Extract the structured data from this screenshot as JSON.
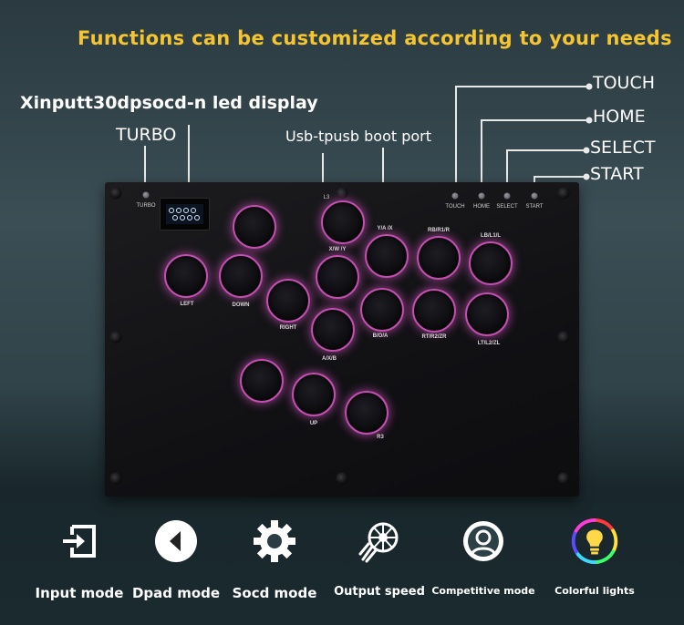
{
  "headline": "Functions can be customized according to your needs",
  "callouts": {
    "display": "Xinputt30dpsocd-n led display",
    "turbo": "TURBO",
    "boot_port": "Usb-tpusb boot port",
    "touch": "TOUCH",
    "home": "HOME",
    "select": "SELECT",
    "start": "START"
  },
  "device": {
    "small_labels": {
      "turbo": "TURBO",
      "l3": "L3",
      "touch": "TOUCH",
      "home": "HOME",
      "select": "SELECT",
      "start": "START"
    },
    "buttons": {
      "left": "LEFT",
      "down": "DOWN",
      "right": "RIGHT",
      "x_w_y": "X/W /Y",
      "y_a_x": "Y/A /X",
      "rb": "RB/R1/R",
      "lb": "LB/L1/L",
      "b_o_a": "B/O/A",
      "rt": "RT/R2/ZR",
      "lt": "LT/L2/ZL",
      "a_x_b": "A/X/B",
      "up": "UP",
      "r3": "R3"
    },
    "button_glow_color": "#c34fb0"
  },
  "features": [
    {
      "icon": "input-icon",
      "label": "Input mode"
    },
    {
      "icon": "dpad-icon",
      "label": "Dpad mode"
    },
    {
      "icon": "gear-icon",
      "label": "Socd mode"
    },
    {
      "icon": "speed-icon",
      "label": "Output speed"
    },
    {
      "icon": "competitive-icon",
      "label": "Competitive mode"
    },
    {
      "icon": "rgb-bulb-icon",
      "label": "Colorful lights"
    }
  ],
  "colors": {
    "headline": "#f4c531",
    "background": "#2f4248"
  }
}
